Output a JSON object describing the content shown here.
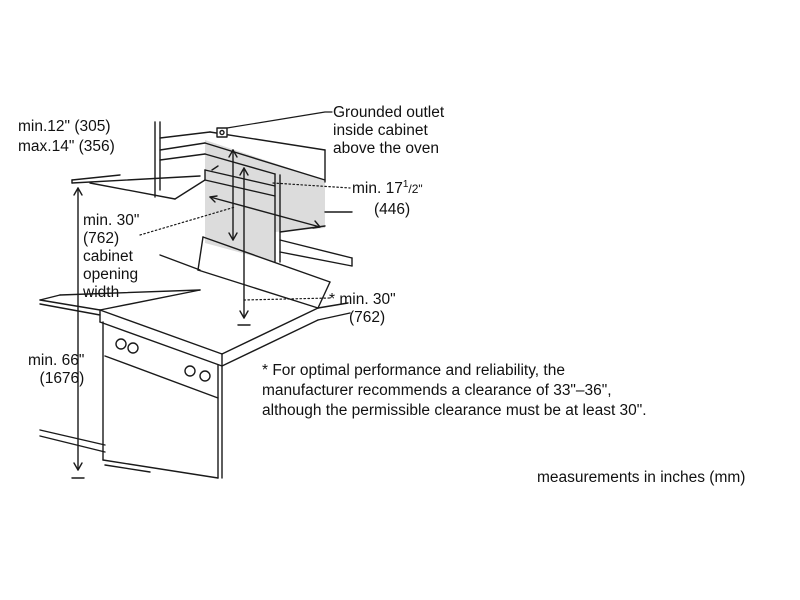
{
  "labels": {
    "side_gap": {
      "min": "min.12\" (305)",
      "max": "max.14\" (356)"
    },
    "outlet": {
      "line1": "Grounded outlet",
      "line2": "inside cabinet",
      "line3": "above the oven"
    },
    "depth": {
      "prefix": "min. 17",
      "sup": "1",
      "sub": "/2\"",
      "metric": "(446)"
    },
    "opening": {
      "line1": "min. 30\"",
      "line2": "(762)",
      "line3": "cabinet",
      "line4": "opening",
      "line5": "width"
    },
    "clearance": {
      "line1": "* min. 30\"",
      "line2": "(762)"
    },
    "height": {
      "line1": "min. 66\"",
      "line2": "(1676)"
    },
    "note": {
      "line1": "* For optimal performance and reliability, the",
      "line2": "manufacturer recommends a clearance of 33\"–36\",",
      "line3": "although the permissible clearance must be at least 30\"."
    },
    "units": "measurements in inches (mm)"
  }
}
